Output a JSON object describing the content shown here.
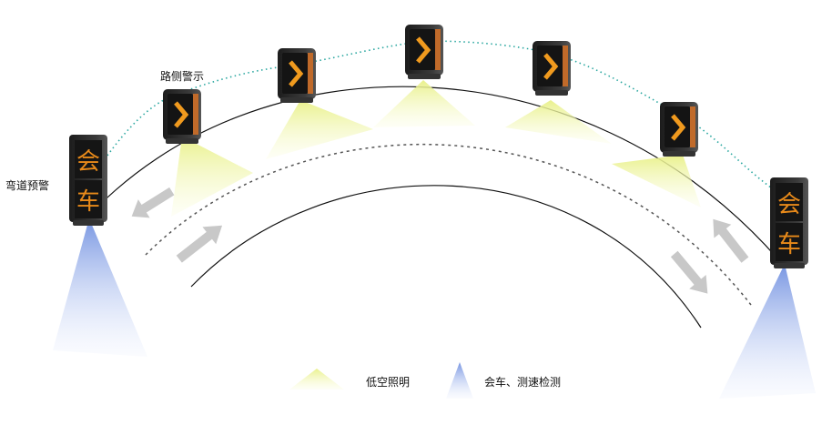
{
  "labels": {
    "curve_warning": "弯道预警",
    "roadside_warning": "路侧警示"
  },
  "signs": {
    "left": {
      "line1": "会",
      "line2": "车"
    },
    "right": {
      "line1": "会",
      "line2": "车"
    }
  },
  "legend": {
    "low_light": "低空照明",
    "detection": "会车、测速检测"
  },
  "colors": {
    "sign_orange": "#e88a1a",
    "housing_dark": "#2a2a2a",
    "housing_side": "#c06a2a",
    "light_beam": "#eef5a0",
    "detection_beam": "#7f9be0",
    "dotted_link": "#2aa7a0",
    "arrow_gray": "#c8c8c8"
  },
  "icons": [
    "chevron-right-icon",
    "direction-arrow-icon",
    "light-beam-icon",
    "detection-beam-icon"
  ]
}
